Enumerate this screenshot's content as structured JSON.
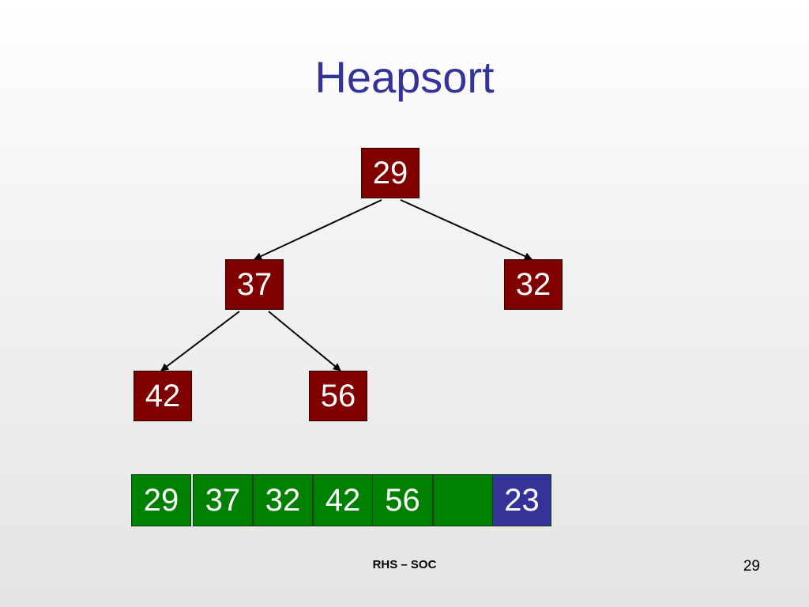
{
  "slide": {
    "title": "Heapsort",
    "footer": "RHS – SOC",
    "page_number": "29"
  },
  "tree": {
    "nodes": [
      {
        "id": "root",
        "label": "29"
      },
      {
        "id": "left",
        "label": "37"
      },
      {
        "id": "right",
        "label": "32"
      },
      {
        "id": "left-left",
        "label": "42"
      },
      {
        "id": "left-right",
        "label": "56"
      }
    ],
    "edges": [
      {
        "from": "root",
        "to": "left"
      },
      {
        "from": "root",
        "to": "right"
      },
      {
        "from": "left",
        "to": "left-left"
      },
      {
        "from": "left",
        "to": "left-right"
      }
    ]
  },
  "array": {
    "cells": [
      {
        "value": "29",
        "status": "heap"
      },
      {
        "value": "37",
        "status": "heap"
      },
      {
        "value": "32",
        "status": "heap"
      },
      {
        "value": "42",
        "status": "heap"
      },
      {
        "value": "56",
        "status": "heap"
      },
      {
        "value": "",
        "status": "heap"
      },
      {
        "value": "23",
        "status": "sorted"
      }
    ]
  },
  "colors": {
    "title": "#333399",
    "tree_node": "#800000",
    "heap_cell": "#008000",
    "sorted_cell": "#333399",
    "edge": "#000000"
  }
}
